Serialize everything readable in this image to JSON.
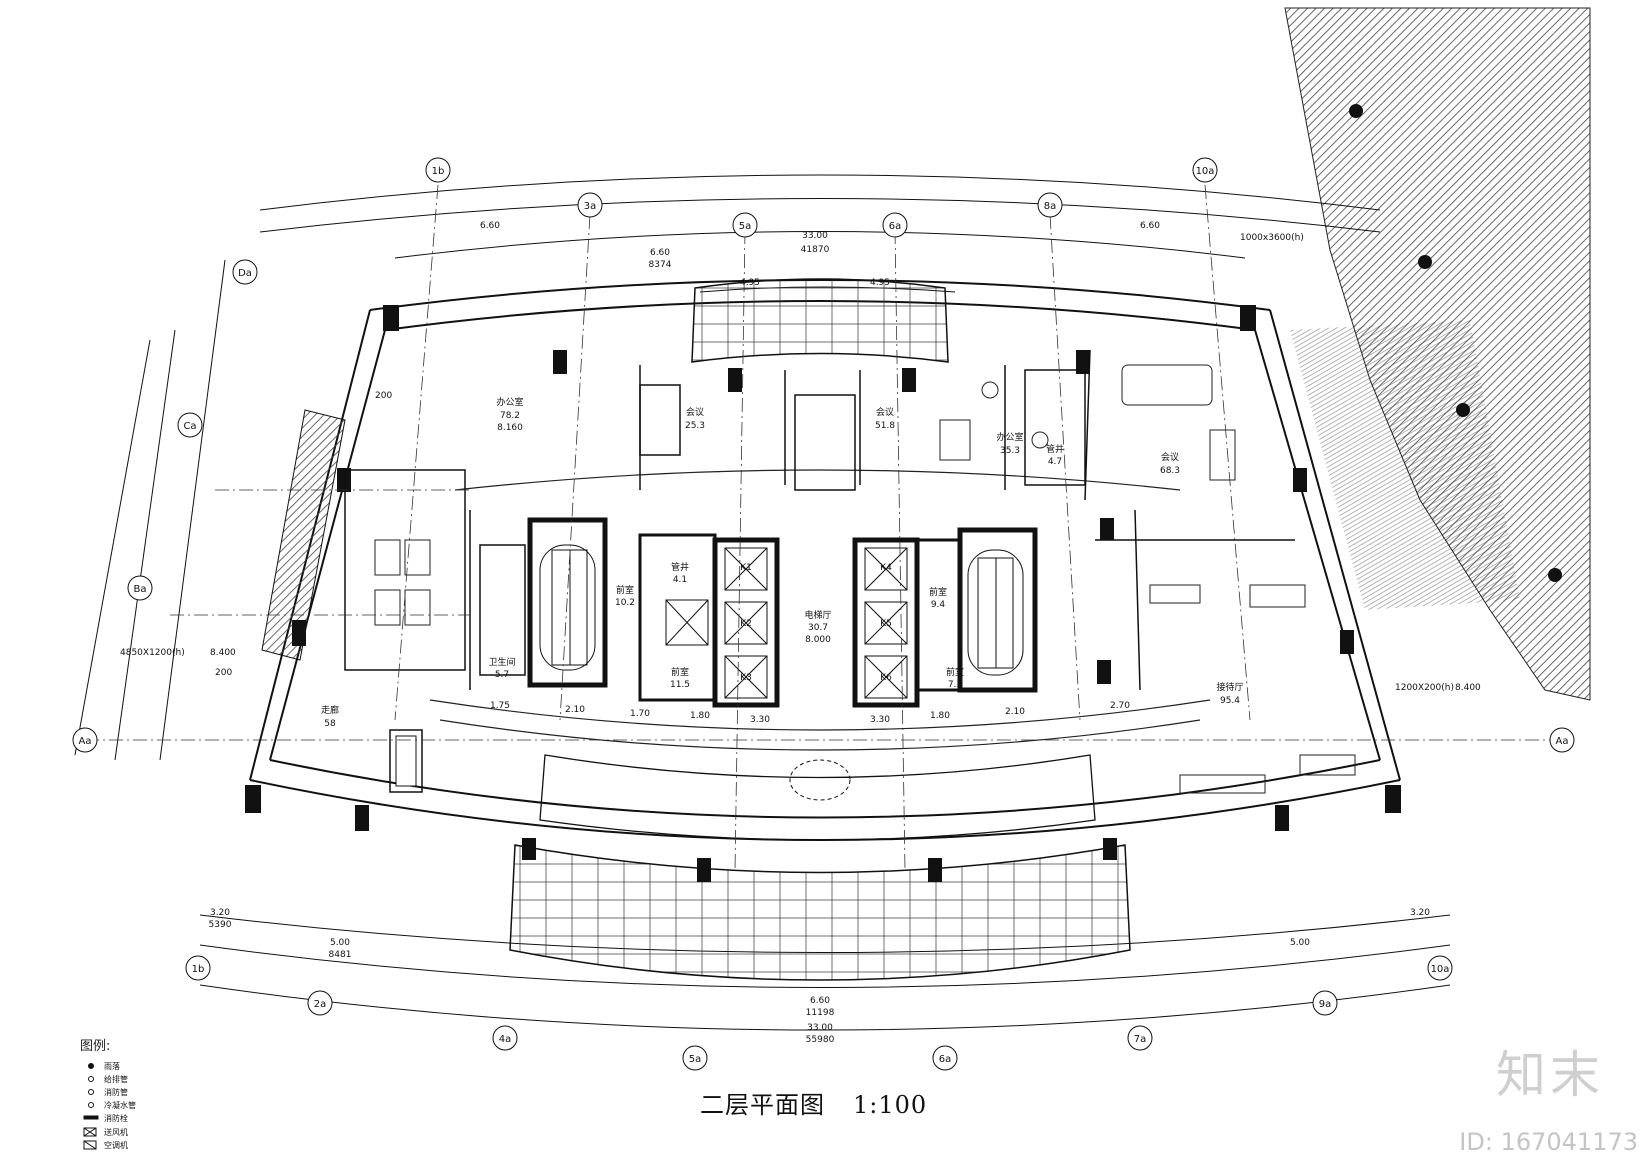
{
  "drawing": {
    "title": "二层平面图",
    "scale": "1:100",
    "legend_title": "图例:"
  },
  "axes_top": [
    "1b",
    "3a",
    "5a",
    "6a",
    "8a",
    "10a"
  ],
  "axes_bottom": [
    "1b",
    "2a",
    "4a",
    "5a",
    "6a",
    "7a",
    "9a",
    "10a"
  ],
  "axes_side": {
    "left": [
      "Da",
      "Ca",
      "Ba",
      "Aa"
    ],
    "right": [
      "Aa"
    ]
  },
  "dimensions": {
    "top_overall": "33.00",
    "top_overall_mm": "41870",
    "top_segments": [
      "6.60",
      "6.60",
      "6.60"
    ],
    "top_segment_mm": "8374",
    "top_sub_segments": [
      "4.95",
      "4.95"
    ],
    "bottom_overall": "33.00",
    "bottom_overall_mm": "55980",
    "bottom_center": "6.60",
    "bottom_center_mm": "11198",
    "bottom_segments": [
      "5.00",
      "5.00"
    ],
    "bottom_segment_mm": "8481",
    "bottom_edge": [
      "3.20",
      "3.20"
    ],
    "bottom_edge_mm": "5390",
    "core_spans": [
      "1.75",
      "2.10",
      "1.70",
      "1.80",
      "3.30",
      "3.30",
      "1.80",
      "2.10",
      "2.70"
    ]
  },
  "rooms": [
    {
      "label": "办公室",
      "area": "78.2",
      "elev": "8.160"
    },
    {
      "label": "会议",
      "area": "25.3"
    },
    {
      "label": "会议",
      "area": "51.8"
    },
    {
      "label": "办公室",
      "area": "35.3"
    },
    {
      "label": "会议",
      "area": "68.3"
    },
    {
      "label": "接待厅",
      "area": "95.4"
    },
    {
      "label": "电梯厅",
      "area": "30.7",
      "elev": "8.000"
    },
    {
      "label": "前室",
      "area": "10.2"
    },
    {
      "label": "前室",
      "area": "9.4"
    },
    {
      "label": "卫生间",
      "area": "5.7"
    },
    {
      "label": "管井",
      "area": "4.1"
    },
    {
      "label": "管井",
      "area": "4.7"
    },
    {
      "label": "前室",
      "area": "11.5"
    },
    {
      "label": "前室",
      "area": "7.3"
    },
    {
      "label": "走廊",
      "area": "58"
    }
  ],
  "elevators": [
    "K1",
    "K2",
    "K3",
    "K4",
    "K5",
    "K6"
  ],
  "notes": {
    "window_left": "4850X1200(h)",
    "window_right": "1200X200(h)",
    "window_top_right": "1000x3600(h)",
    "wall_200": "200",
    "elev_left": "8.400",
    "elev_right": "8.400"
  },
  "legend_items": [
    "雨落",
    "给排管",
    "消防管",
    "冷凝水管",
    "消防栓",
    "送风机",
    "空调机"
  ],
  "watermark": {
    "text": "知末",
    "id": "ID: 167041173"
  },
  "colors": {
    "line": "#111111",
    "hatch": "#555555",
    "shade": "#7a7a7a"
  }
}
